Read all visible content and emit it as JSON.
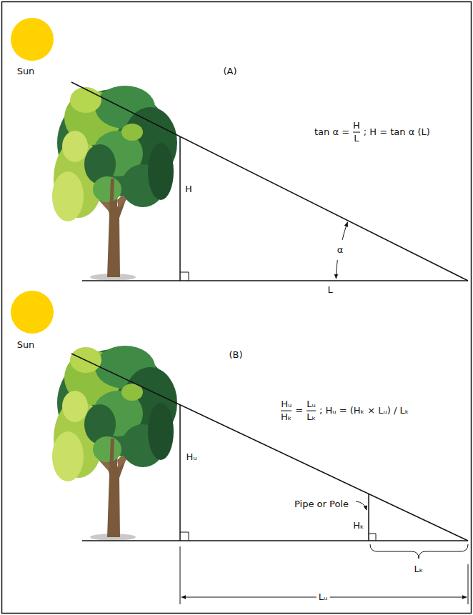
{
  "diagram": {
    "labels": [
      "Sun",
      "(A)",
      "tan α =",
      "H",
      "L",
      "; H = tan α (L)",
      "H",
      "α",
      "L",
      "Sun",
      "(B)",
      "Hᵤ",
      "Hₖ",
      "=",
      "Lᵤ",
      "Lₖ",
      "; Hᵤ = (Hₖ × Lᵤ) / Lₖ",
      "Hᵤ",
      "Pipe or Pole",
      "Hₖ",
      "Lₖ",
      "Lᵤ"
    ]
  }
}
